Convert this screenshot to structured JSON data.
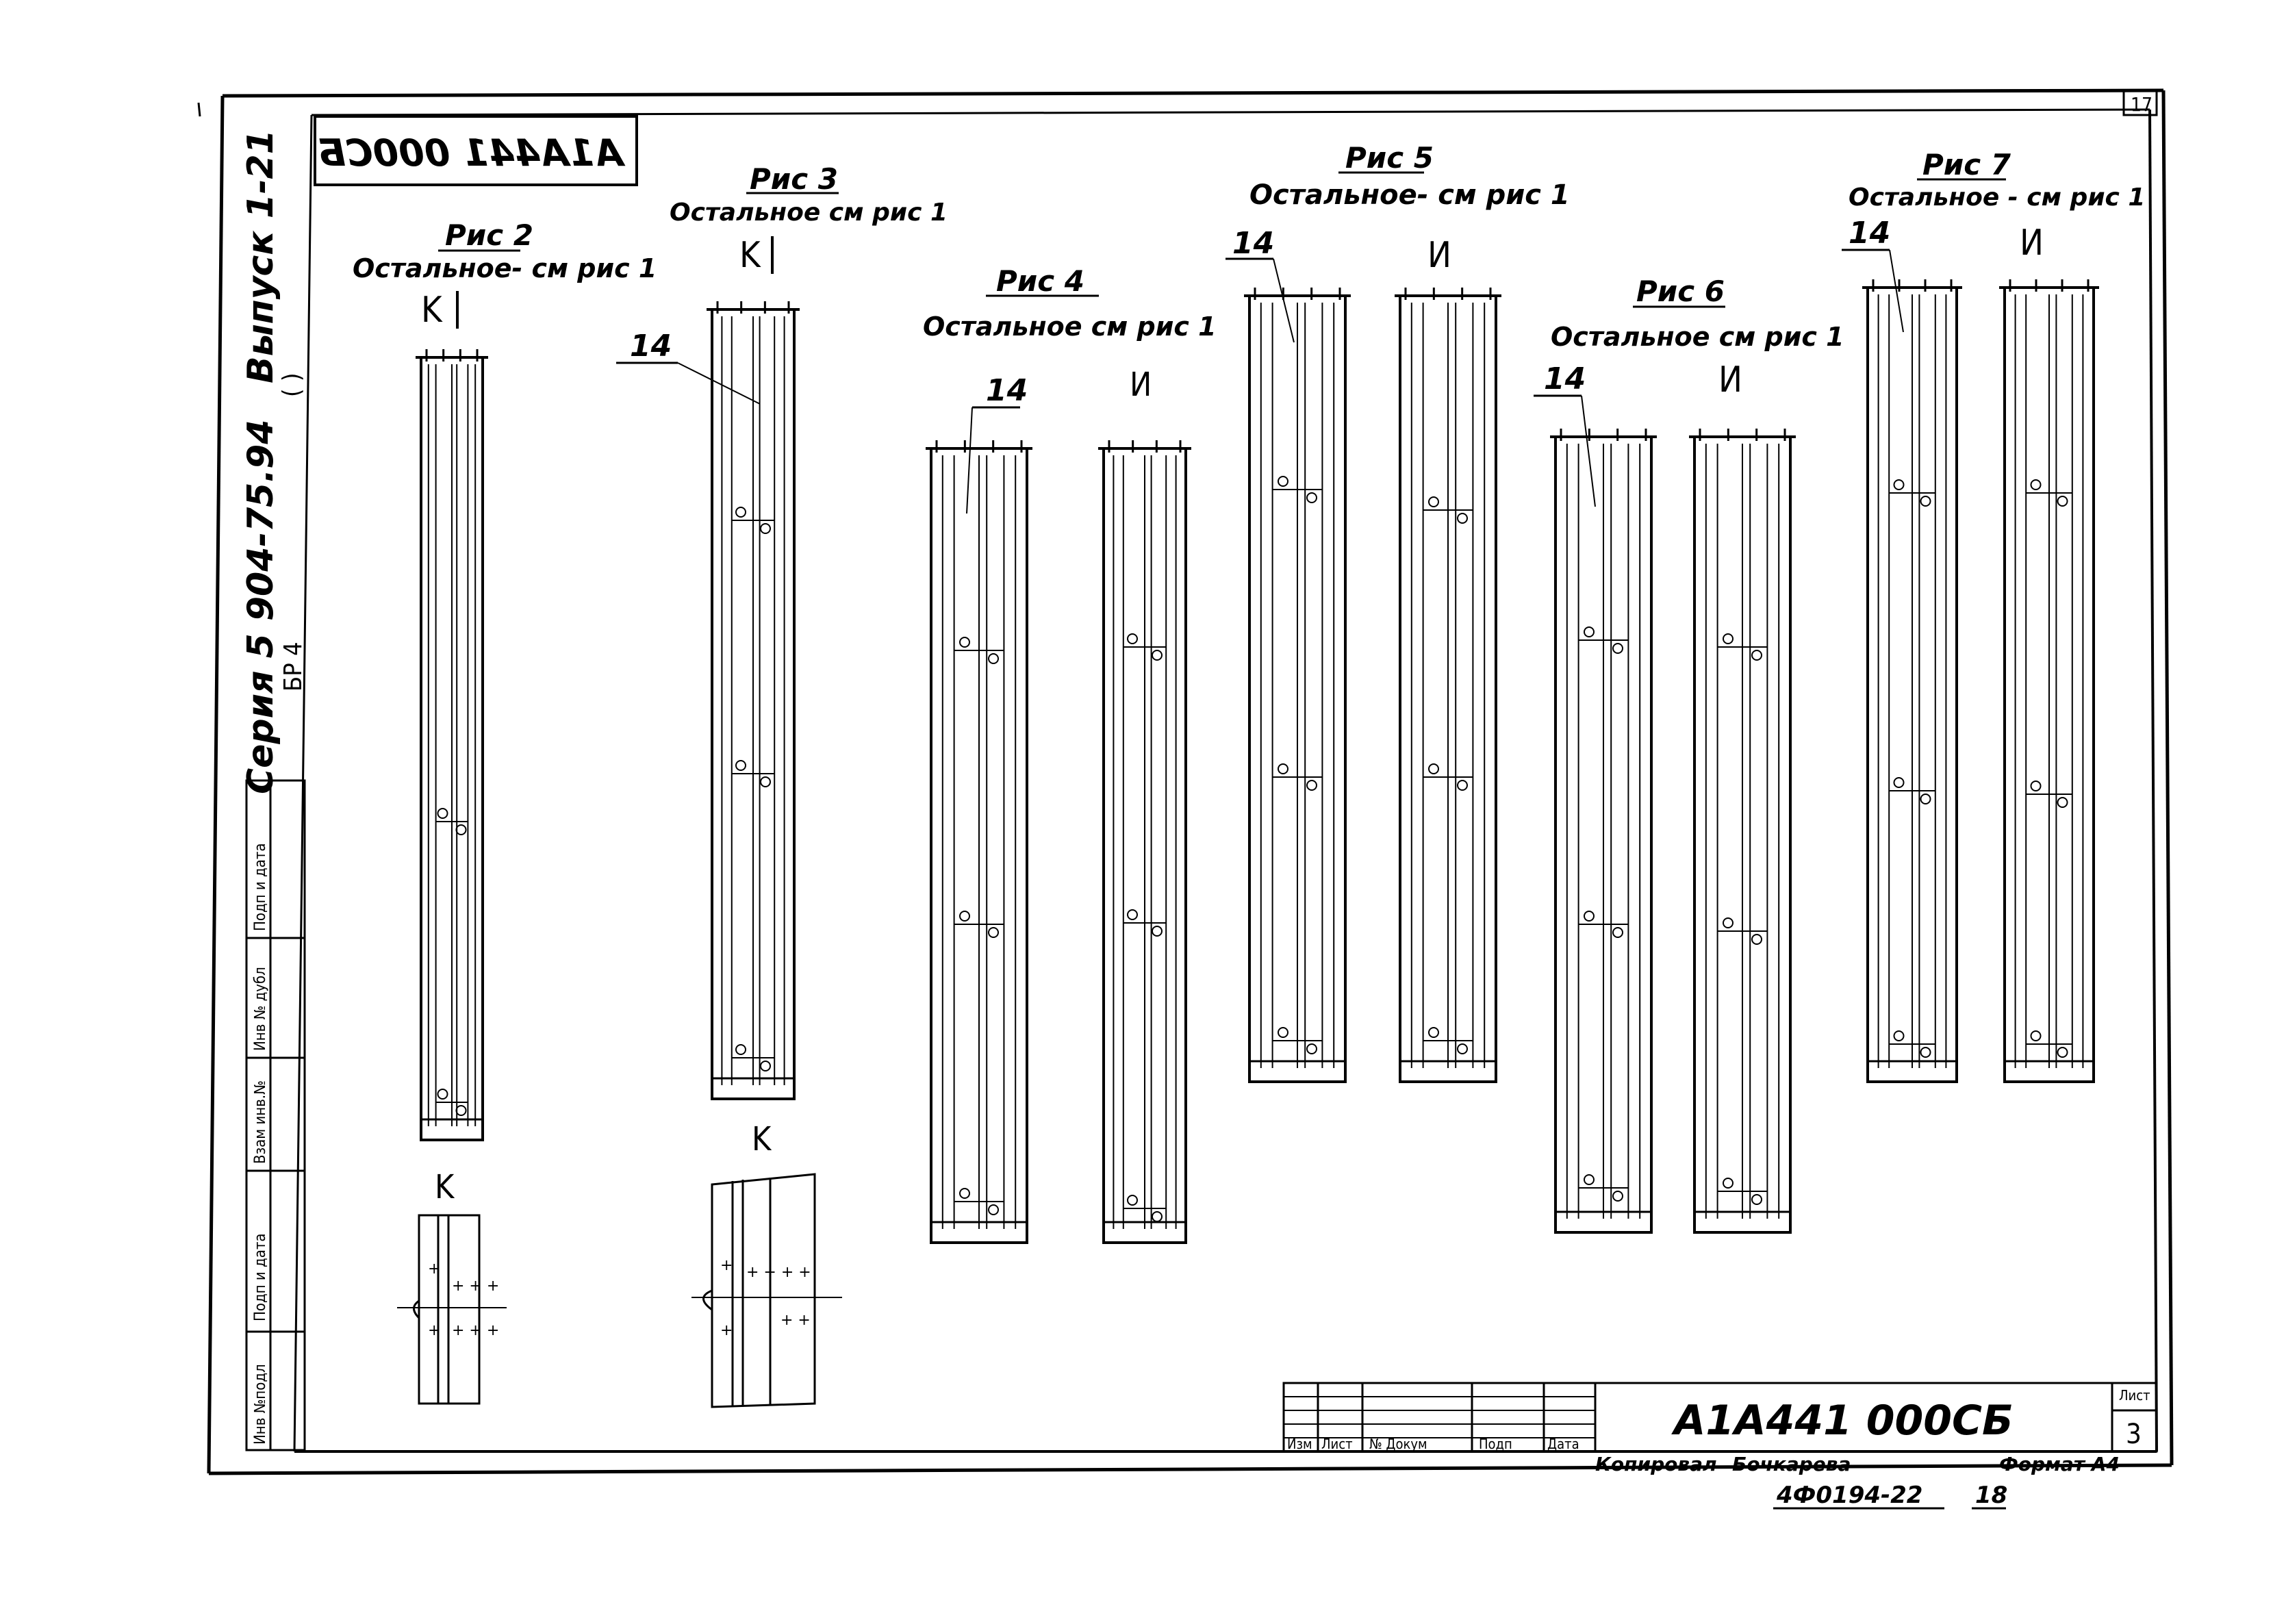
{
  "sheet": {
    "corner_number": "17",
    "stamp_code": "A1A441 000CБ",
    "series_text": "Серия 5 904-75.94",
    "series_sub": "БР 4",
    "issue_text": "Выпуск 1-21",
    "issue_sub": "( )"
  },
  "margin_table": {
    "labels": [
      "Инв №подл",
      "Подп и дата",
      "Взам инв.№",
      "Инв № дубл",
      "Подп и дата"
    ]
  },
  "figures": [
    {
      "title": "Рис 2",
      "note": "Остальное- см рис 1",
      "view_marker": "K"
    },
    {
      "title": "Рис 3",
      "note": "Остальное см рис 1",
      "view_marker": "K",
      "callout": "14"
    },
    {
      "title": "Рис 4",
      "note": "Остальное см рис 1",
      "callout": "14",
      "view_marker": "И"
    },
    {
      "title": "Рис 5",
      "note": "Остальное- см рис 1",
      "callout": "14",
      "view_marker": "И"
    },
    {
      "title": "Рис 6",
      "note": "Остальное см рис 1",
      "callout": "14",
      "view_marker": "И"
    },
    {
      "title": "Рис 7",
      "note": "Остальное - см рис 1",
      "callout": "14",
      "view_marker": "И"
    }
  ],
  "detail_views": [
    {
      "label": "K"
    },
    {
      "label": "K"
    }
  ],
  "title_block": {
    "headers": [
      "Изм",
      "Лист",
      "№ Докум",
      "Подп",
      "Дата"
    ],
    "document_code": "A1A441 000CБ",
    "sheet_label": "Лист",
    "sheet_number": "3"
  },
  "footer": {
    "copied_label": "Копировал",
    "copied_name": "Бочкарева",
    "format_label": "Формат А4",
    "archive_number": "4Ф0194-22",
    "archive_sheet": "18"
  }
}
